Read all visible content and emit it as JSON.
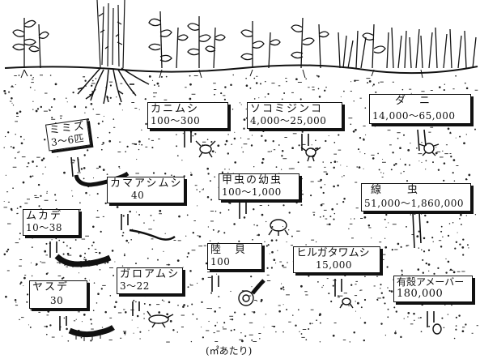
{
  "organisms": [
    {
      "key": "mimizu",
      "name": "ミミズ",
      "count": "3〜6匹"
    },
    {
      "key": "kanimushi",
      "name": "カニムシ",
      "count": "100〜300"
    },
    {
      "key": "tobimushi",
      "name": "ソコミジンコ",
      "count": "4,000〜25,000"
    },
    {
      "key": "dani",
      "name": "ダ　ニ",
      "count": "14,000〜65,000"
    },
    {
      "key": "kamaashimushi",
      "name": "カマアシムシ",
      "count": "40"
    },
    {
      "key": "kochu",
      "name": "甲虫の幼虫",
      "count": "100〜1,000"
    },
    {
      "key": "senchu",
      "name": "線　　虫",
      "count": "51,000〜1,860,000"
    },
    {
      "key": "mukade",
      "name": "ムカデ",
      "count": "10〜38"
    },
    {
      "key": "rikugai",
      "name": "陸　貝",
      "count": "100"
    },
    {
      "key": "hirugatamushi",
      "name": "ヒルガタワムシ",
      "count": "15,000"
    },
    {
      "key": "garoamushi",
      "name": "ガロアムシ",
      "count": "3〜22"
    },
    {
      "key": "amoeba",
      "name": "有殻アメーバー",
      "count": "180,000"
    },
    {
      "key": "yasude",
      "name": "ヤスデ",
      "count": "30"
    }
  ],
  "footnote": "(㎡あたり)",
  "colors": {
    "ink": "#111111",
    "paper": "#ffffff"
  }
}
